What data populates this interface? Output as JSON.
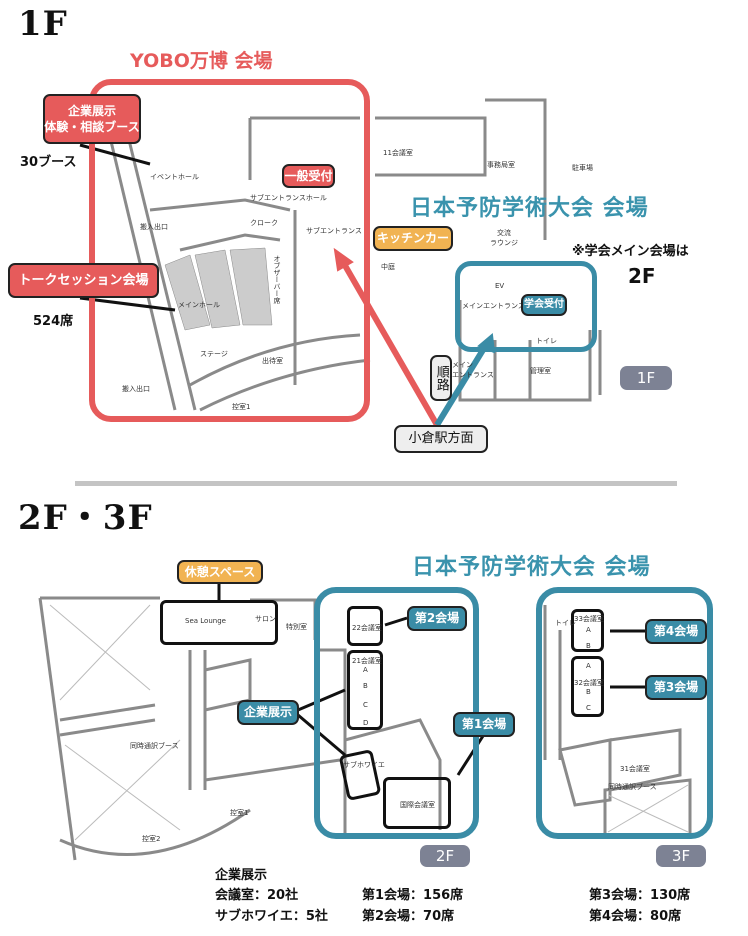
{
  "floor1": {
    "heading": "1F",
    "yobo_title": "YOBO万博 会場",
    "society_title": "日本予防学術大会 会場",
    "callouts": {
      "corporate_exhibit": "企業展示\n体験・相談ブース",
      "booths": "30ブース",
      "talk_session": "トークセッション会場",
      "seats": "524席",
      "general_reception": "一般受付",
      "kitchen_car": "キッチンカー",
      "society_reception": "学会受付",
      "main_venue_note": "※学会メイン会場は",
      "main_venue_floor": "2F",
      "route": "順路",
      "station": "小倉駅方面"
    },
    "badge": "1F",
    "rooms": {
      "event_hall": "イベントホール",
      "loading1": "搬入出口",
      "cloak": "クローク",
      "observer": "オブザーバー席",
      "main_hall": "メインホール",
      "stage": "ステージ",
      "waiting": "出待室",
      "loading2": "搬入出口",
      "green_room": "控室1",
      "sub_entrance_hall": "サブエントランスホール",
      "sub_entrance": "サブエントランス",
      "conf11": "11会議室",
      "office": "事務局室",
      "parking": "駐車場",
      "courtyard": "中庭",
      "lounge": "交流\nラウンジ",
      "main_entrance_in": "メインエントランス",
      "main_entrance": "メイン\nエントランス",
      "toilet": "トイレ",
      "management": "管理室",
      "ev": "EV"
    }
  },
  "floor23": {
    "heading": "2F・3F",
    "society_title": "日本予防学術大会 会場",
    "callouts": {
      "rest_space": "休憩スペース",
      "hall2": "第2会場",
      "corporate_exhibit": "企業展示",
      "hall1": "第1会場",
      "hall4": "第4会場",
      "hall3": "第3会場"
    },
    "badge_2f": "2F",
    "badge_3f": "3F",
    "rooms": {
      "sea_lounge": "Sea Lounge",
      "salon": "サロン",
      "special": "特別室",
      "conf22": "22会議室",
      "conf21": "21会議室",
      "a": "A",
      "b": "B",
      "c": "C",
      "d": "D",
      "sub_foyer": "サブホワイエ",
      "intl": "国際会議室",
      "interp": "同時通訳ブース",
      "green1": "控室1",
      "green2": "控室2",
      "conf33": "33会議室",
      "conf32": "32会議室",
      "conf31": "31会議室",
      "interp3": "同時通訳ブース",
      "toilet": "トイレ"
    }
  },
  "summary": {
    "exhibit_title": "企業展示",
    "exhibit_rooms": "会議室：20社",
    "exhibit_foyer": "サブホワイエ：5社",
    "hall1": "第1会場：156席",
    "hall2": "第2会場：70席",
    "hall3": "第3会場：130席",
    "hall4": "第4会場：80席"
  },
  "colors": {
    "red": "#e65b5b",
    "teal": "#3a8ca6",
    "orange": "#f1b352",
    "badge": "#7d8294"
  }
}
